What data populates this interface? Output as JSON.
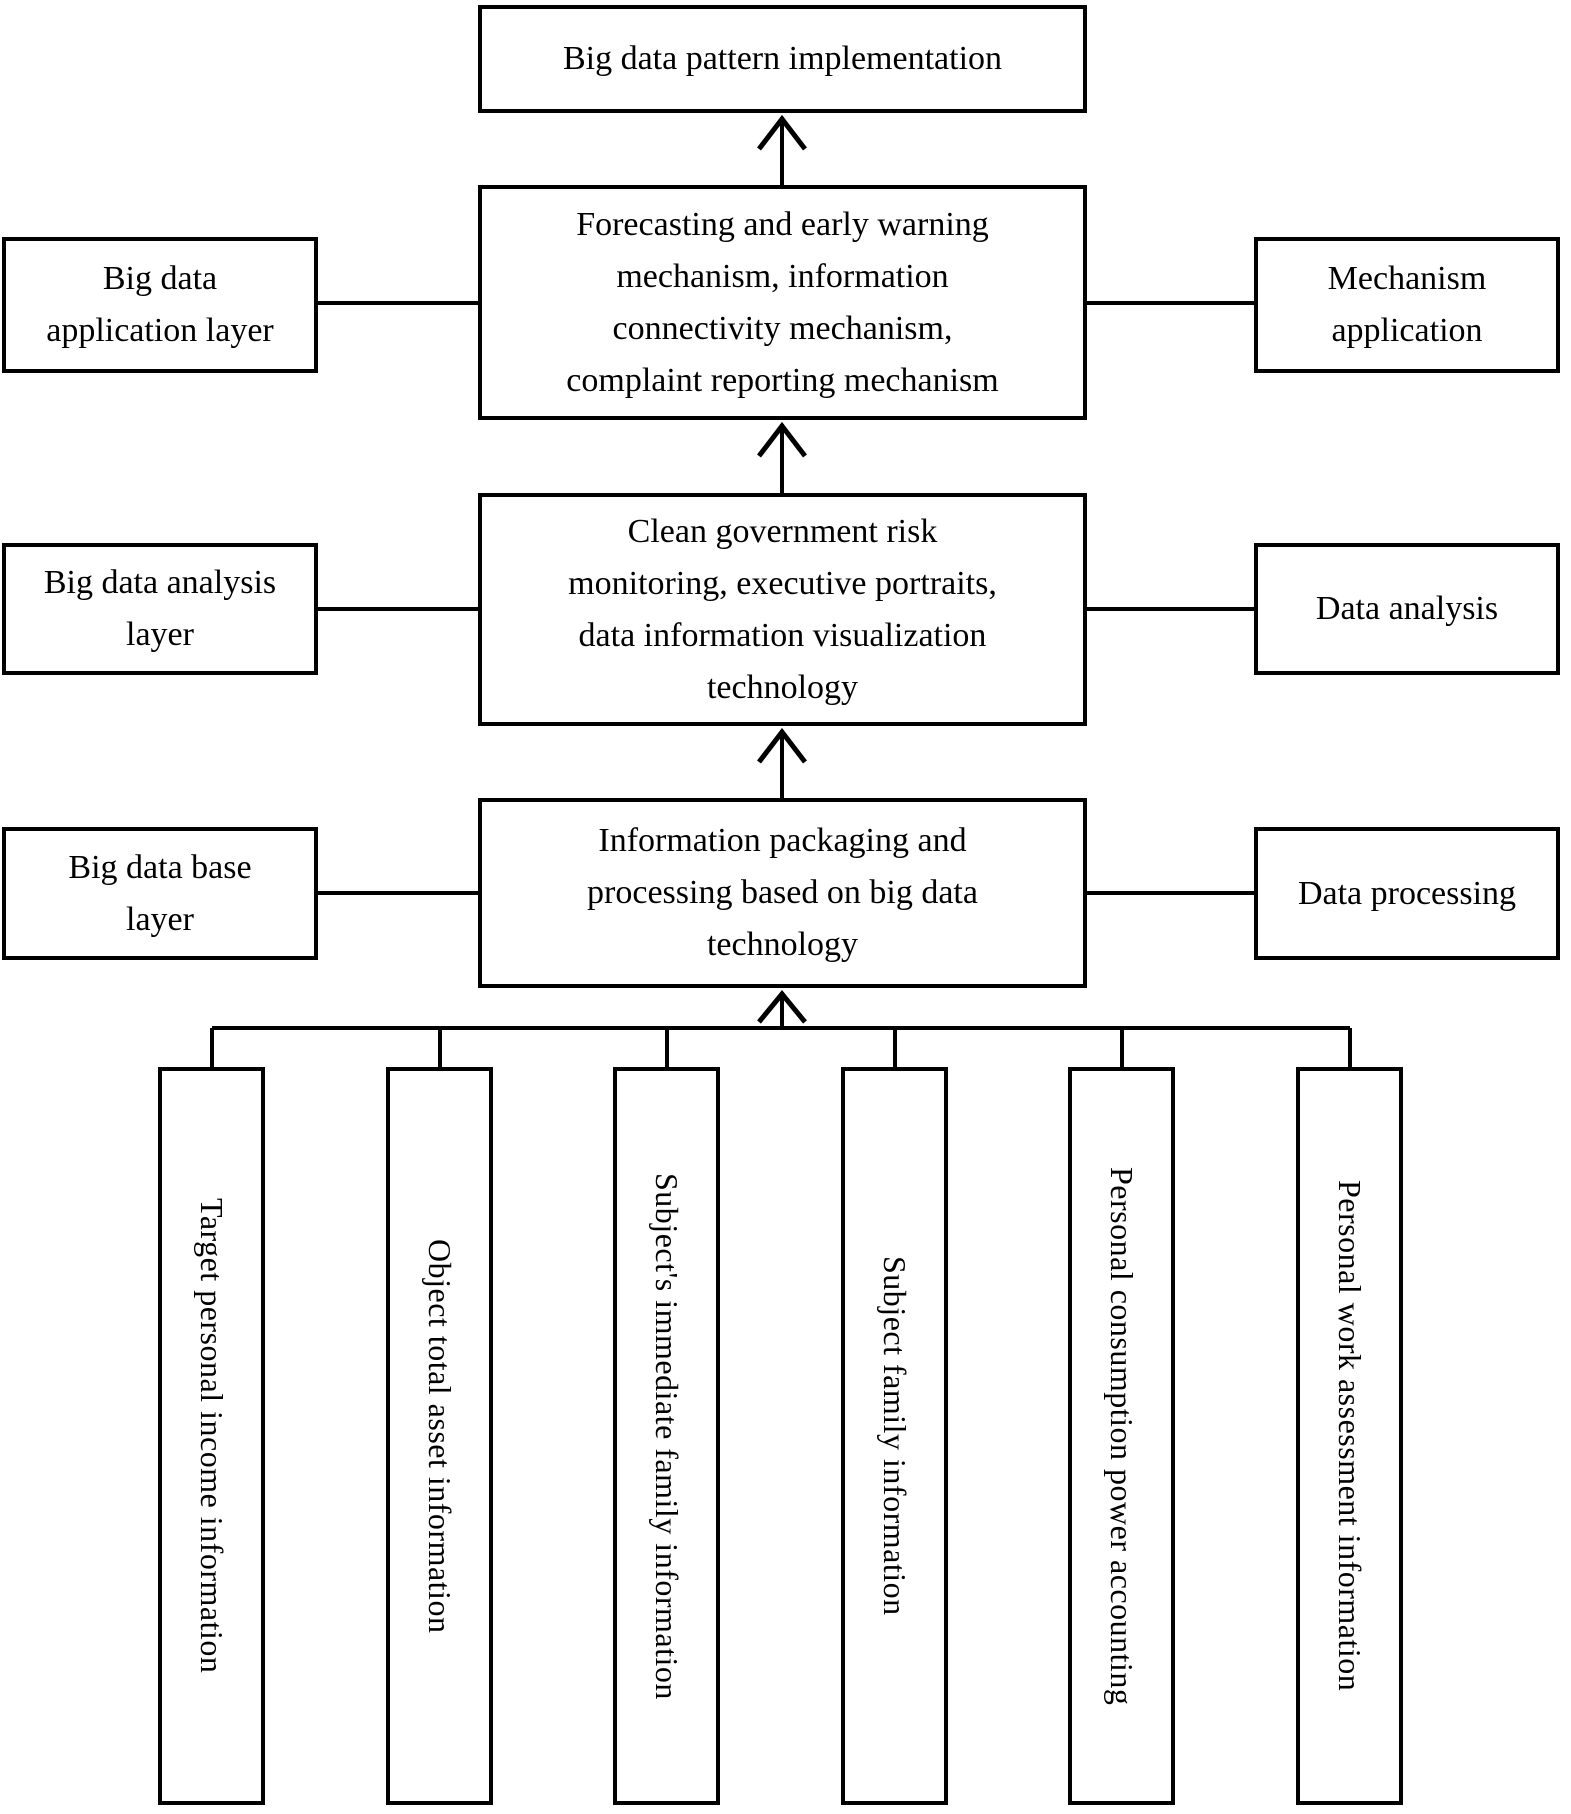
{
  "diagram": {
    "colors": {
      "line": "#000000",
      "background": "#ffffff",
      "text": "#000000"
    },
    "top_box": {
      "label": "Big data pattern implementation"
    },
    "rows": [
      {
        "left": {
          "label": "Big data\napplication layer"
        },
        "center": {
          "label": "Forecasting and early warning\nmechanism, information\nconnectivity mechanism,\ncomplaint reporting mechanism"
        },
        "right": {
          "label": "Mechanism\napplication"
        }
      },
      {
        "left": {
          "label": "Big data analysis\nlayer"
        },
        "center": {
          "label": "Clean government risk\nmonitoring, executive portraits,\ndata information visualization\ntechnology"
        },
        "right": {
          "label": "Data analysis"
        }
      },
      {
        "left": {
          "label": "Big data base\nlayer"
        },
        "center": {
          "label": "Information packaging and\nprocessing based on big data\ntechnology"
        },
        "right": {
          "label": "Data processing"
        }
      }
    ],
    "sources": [
      {
        "label": "Target personal income information"
      },
      {
        "label": "Object total asset information"
      },
      {
        "label": "Subject's immediate family information"
      },
      {
        "label": "Subject family information"
      },
      {
        "label": "Personal consumption power accounting"
      },
      {
        "label": "Personal work assessment information"
      }
    ]
  }
}
